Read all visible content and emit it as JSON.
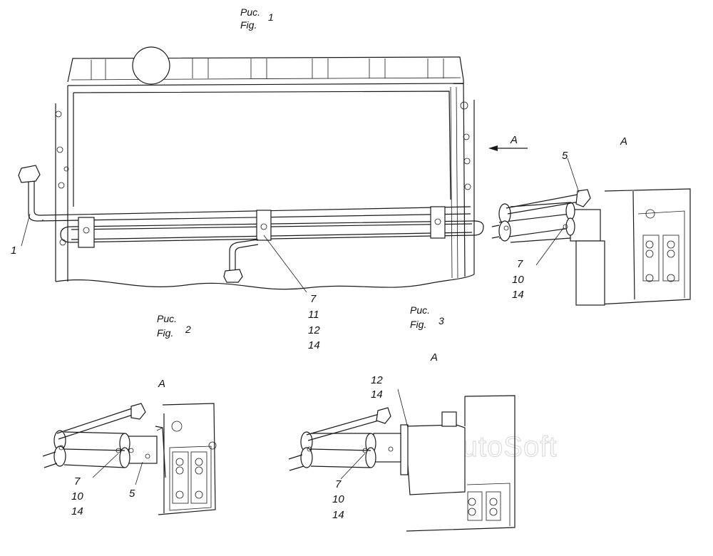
{
  "figures": {
    "fig1": {
      "ru": "Рис.",
      "en": "Fig.",
      "num": "1"
    },
    "fig2": {
      "ru": "Рис.",
      "en": "Fig.",
      "num": "2"
    },
    "fig3": {
      "ru": "Рис.",
      "en": "Fig.",
      "num": "3"
    }
  },
  "view_arrow_label": "A",
  "view_labels": {
    "top_right": "A",
    "fig2": "A",
    "fig3": "A"
  },
  "callouts": {
    "fig1_left": "1",
    "fig1_center": [
      "7",
      "11",
      "12",
      "14"
    ],
    "detail_a_top": "5",
    "detail_a_bottom": [
      "7",
      "10",
      "14"
    ],
    "fig2_left": [
      "7",
      "10",
      "14"
    ],
    "fig2_bracket": "5",
    "fig3_top": [
      "12",
      "14"
    ],
    "fig3_left": [
      "7",
      "10",
      "14"
    ]
  },
  "watermark": "AutoSoft"
}
